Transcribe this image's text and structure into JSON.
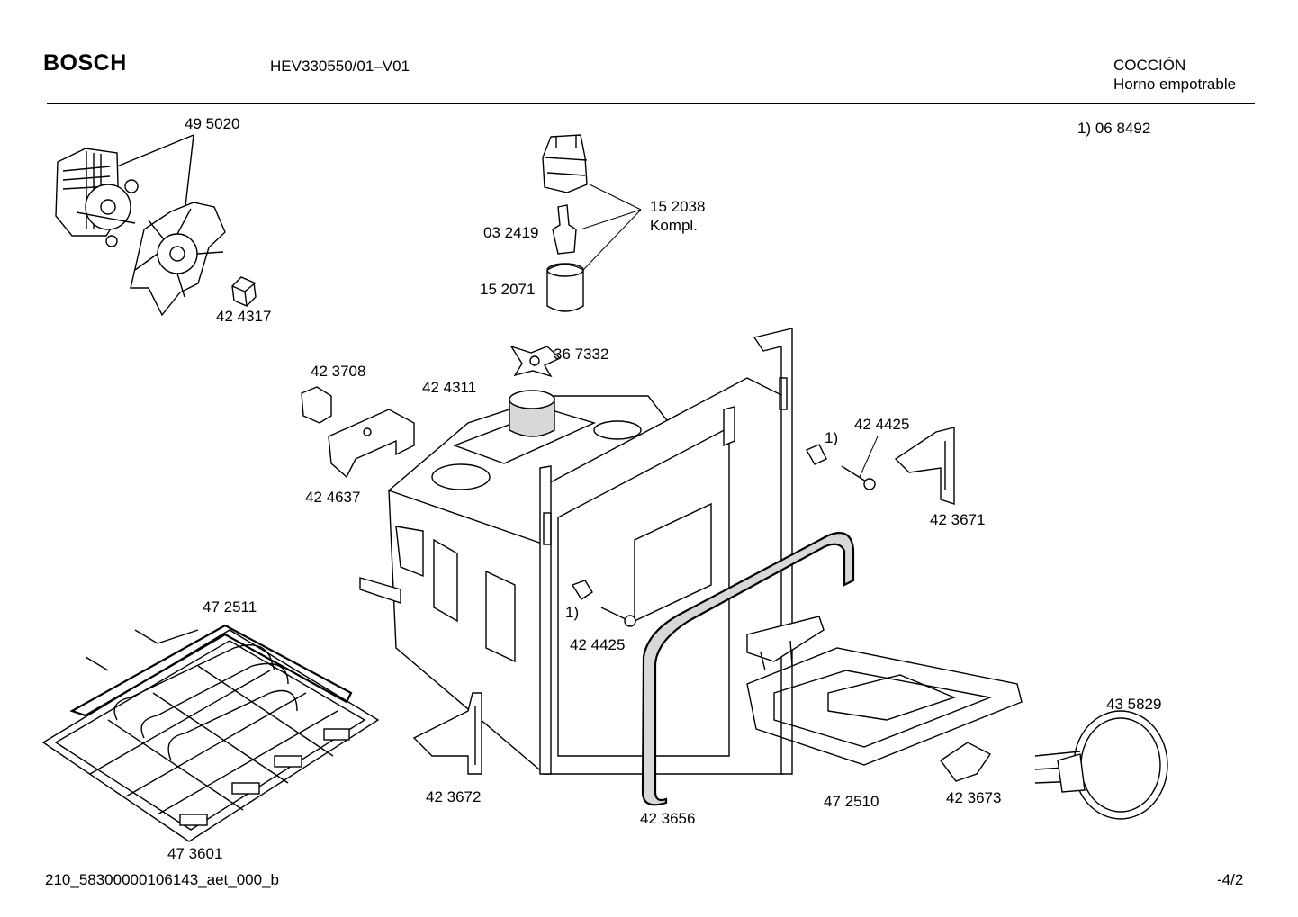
{
  "header": {
    "brand": "BOSCH",
    "model": "HEV330550/01–V01",
    "category_line1": "COCCIÓN",
    "category_line2": "Horno empotrable"
  },
  "side_note": "1) 06 8492",
  "parts": {
    "fan_motor": "49 5020",
    "fan_nut": "42 4317",
    "lamp_complete_num": "15 2038",
    "lamp_complete_label": "Kompl.",
    "lamp_socket": "03 2419",
    "lamp_cover": "15 2071",
    "clip_top": "36 7332",
    "sensor_clip": "42 3708",
    "fan_guard": "42 4311",
    "bracket_left": "42 4637",
    "screw_right_num": "42 4425",
    "screw_right_note": "1)",
    "rail_right": "42 3671",
    "screw_front_note": "1)",
    "screw_front_num": "42 4425",
    "heater_bottom": "47 2511",
    "bottom_tray": "47 3601",
    "rail_left": "42 3672",
    "door_seal": "42 3656",
    "grill_heater": "47 2510",
    "heater_clip": "42 3673",
    "ring_heater": "43 5829"
  },
  "footer": {
    "doc_id": "210_58300000106143_aet_000_b",
    "page": "-4/2"
  }
}
